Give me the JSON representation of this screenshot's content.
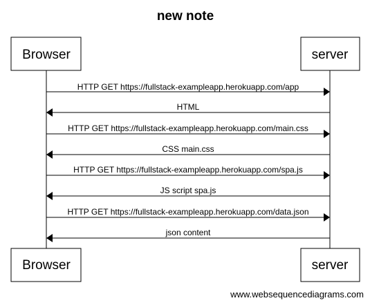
{
  "diagram": {
    "title": "new note",
    "participants": [
      {
        "id": "browser",
        "name": "Browser"
      },
      {
        "id": "server",
        "name": "server"
      }
    ],
    "messages": [
      {
        "from": "browser",
        "to": "server",
        "label": "HTTP GET https://fullstack-exampleapp.herokuapp.com/app"
      },
      {
        "from": "server",
        "to": "browser",
        "label": "HTML"
      },
      {
        "from": "browser",
        "to": "server",
        "label": "HTTP GET https://fullstack-exampleapp.herokuapp.com/main.css"
      },
      {
        "from": "server",
        "to": "browser",
        "label": "CSS main.css"
      },
      {
        "from": "browser",
        "to": "server",
        "label": "HTTP GET https://fullstack-exampleapp.herokuapp.com/spa.js"
      },
      {
        "from": "server",
        "to": "browser",
        "label": "JS script spa.js"
      },
      {
        "from": "browser",
        "to": "server",
        "label": "HTTP GET https://fullstack-exampleapp.herokuapp.com/data.json"
      },
      {
        "from": "server",
        "to": "browser",
        "label": "json content"
      }
    ],
    "watermark": "www.websequencediagrams.com",
    "colors": {
      "line": "#000000",
      "box_fill": "#ffffff",
      "background": "#ffffff"
    }
  }
}
